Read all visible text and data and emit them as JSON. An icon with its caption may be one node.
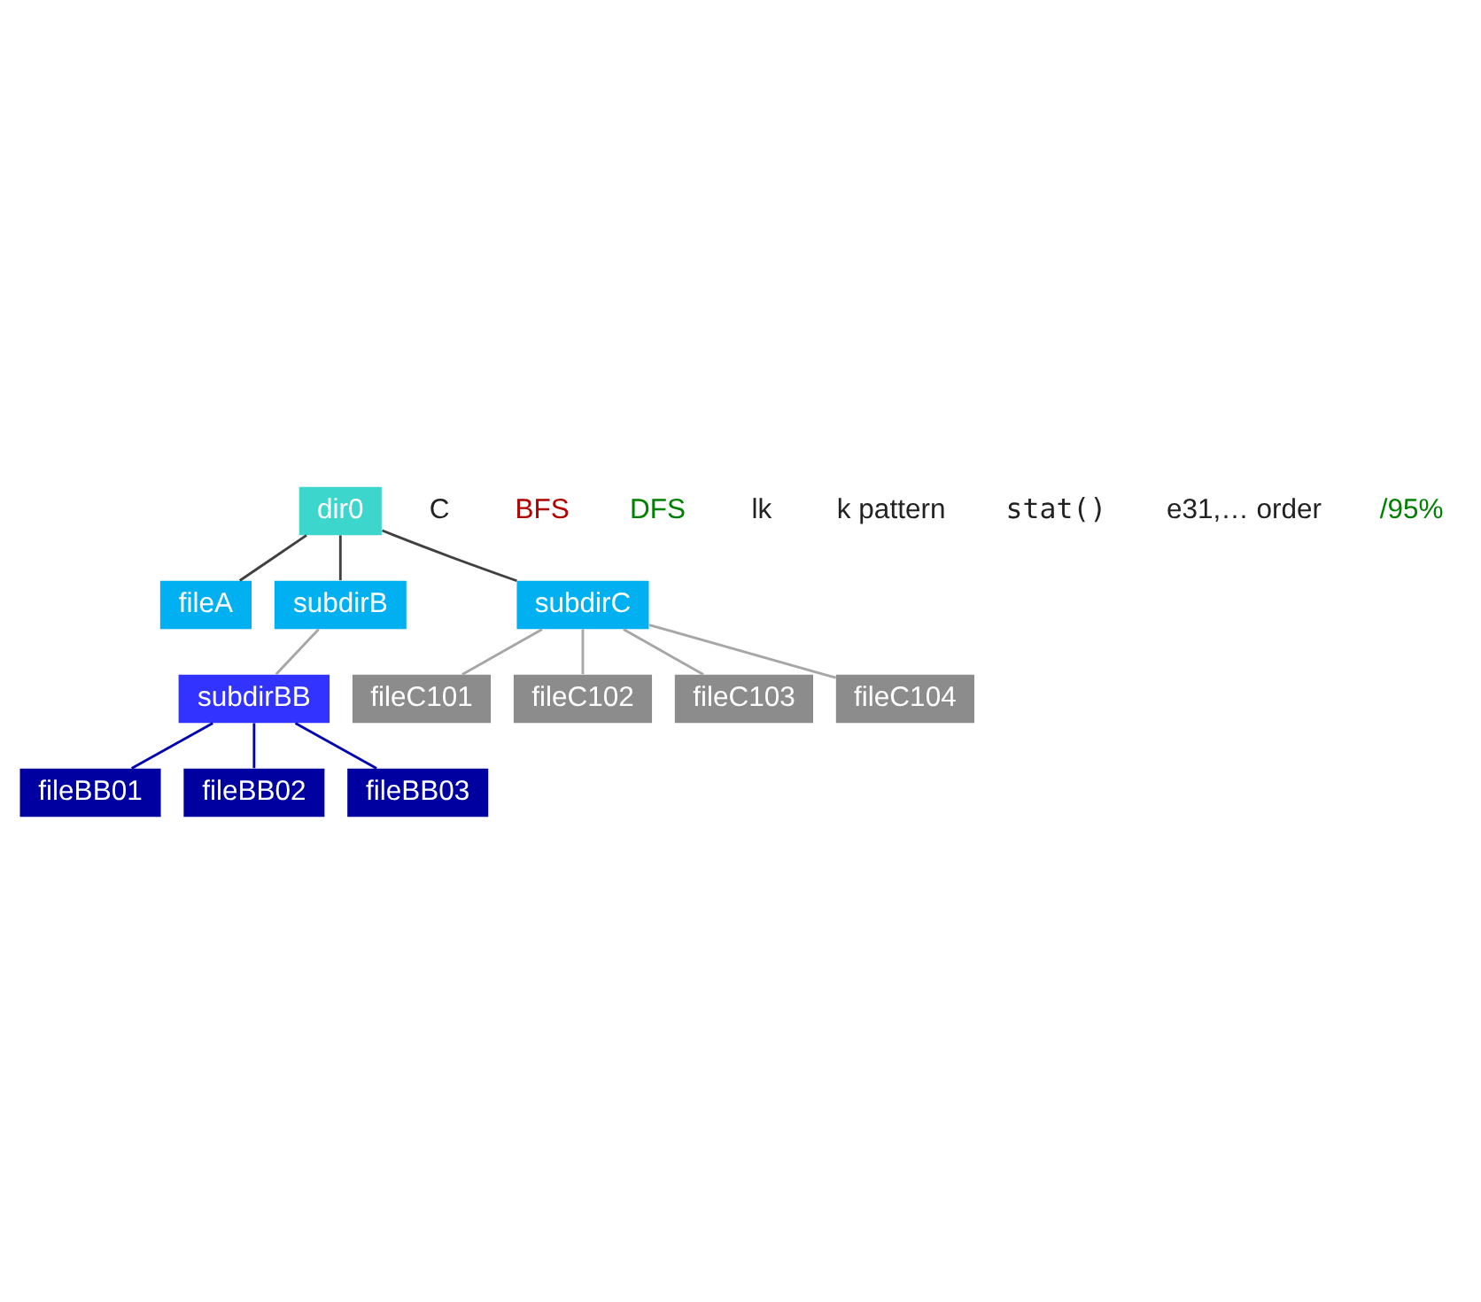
{
  "diagram": {
    "nodes": [
      {
        "text": [
          "dir0"
        ]
      },
      {
        "text": [
          "fileA"
        ]
      },
      {
        "text": [
          "subdirB"
        ]
      },
      {
        "text": [
          "subdirC"
        ]
      },
      {
        "text": [
          "subdirBB"
        ]
      },
      {
        "text": [
          "fileBB01"
        ]
      },
      {
        "text": [
          "fileBB02"
        ]
      },
      {
        "text": [
          "fileBB03"
        ]
      },
      {
        "text": [
          "fileC101"
        ]
      },
      {
        "text": [
          "fileC102"
        ]
      },
      {
        "text": [
          "fileC103"
        ]
      },
      {
        "text": [
          "fileC104"
        ]
      }
    ],
    "edges": [
      {
        "from": 0,
        "to": 1,
        "arrow": "none",
        "color": "#404040"
      },
      {
        "from": 0,
        "to": 2,
        "arrow": "none",
        "color": "#404040"
      },
      {
        "from": 0,
        "to": 3,
        "arrow": "none",
        "color": "#404040"
      },
      {
        "from": 2,
        "to": 4,
        "arrow": "none",
        "color": "#a6a6a6"
      },
      {
        "from": 4,
        "to": 5,
        "arrow": "none",
        "color": "#0000b0"
      },
      {
        "from": 4,
        "to": 6,
        "arrow": "none",
        "color": "#0000b0"
      },
      {
        "from": 4,
        "to": 7,
        "arrow": "none",
        "color": "#0000b0"
      },
      {
        "from": 3,
        "to": 8,
        "arrow": "none",
        "color": "#a6a6a6"
      },
      {
        "from": 3,
        "to": 9,
        "arrow": "none",
        "color": "#a6a6a6"
      },
      {
        "from": 3,
        "to": 10,
        "arrow": "none",
        "color": "#a6a6a6"
      },
      {
        "from": 3,
        "to": 11,
        "arrow": "none",
        "color": "#a6a6a6"
      }
    ],
    "labels": [
      "C",
      "BFS",
      "DFS",
      "lk",
      "k pattern",
      "stat()",
      "e31,… order",
      "/95%"
    ]
  }
}
